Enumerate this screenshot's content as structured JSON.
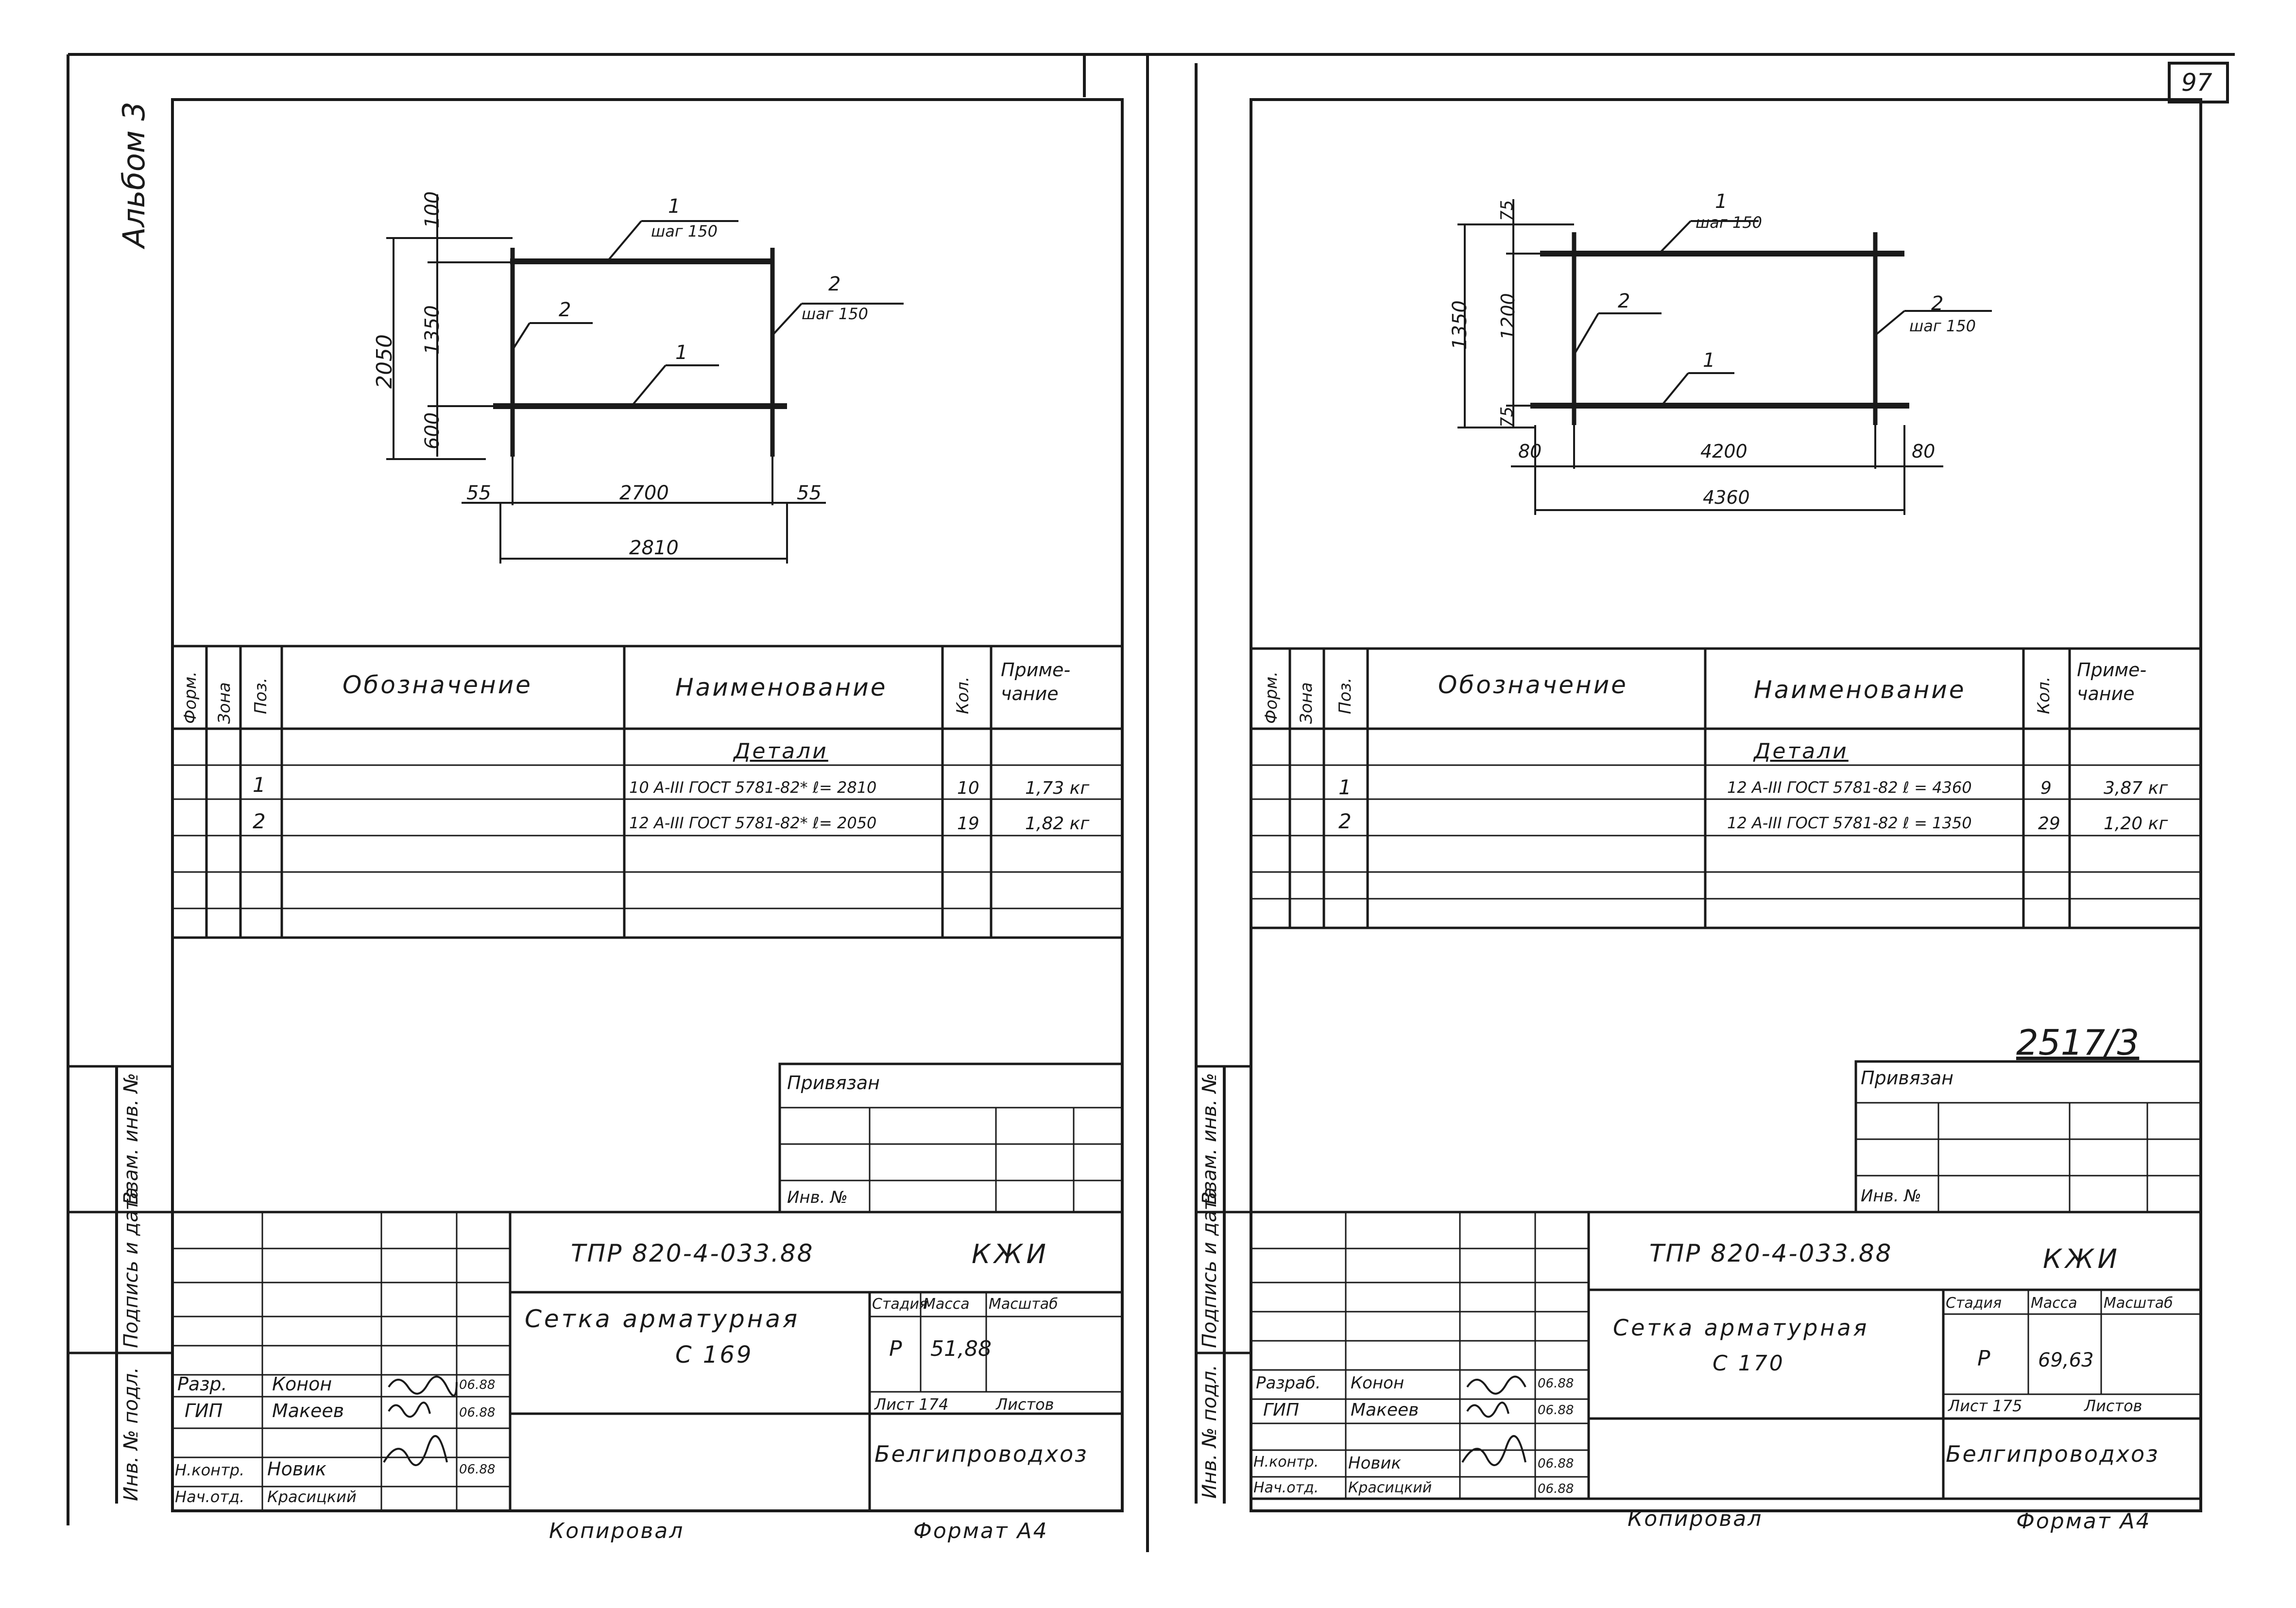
{
  "album_label": "Альбом 3",
  "page_number": "97",
  "page_code": "2517/3",
  "side_labels": [
    "Инв. № подл.",
    "Подпись и дата",
    "Взам. инв. №"
  ],
  "sheets": [
    {
      "id": "left",
      "dims": {
        "top": "100",
        "mid": "1350",
        "bottom": "600",
        "total_h": "2050",
        "left": "55",
        "width": "2700",
        "right": "55",
        "total_w": "2810"
      },
      "callouts": {
        "pos1_top": "1",
        "step_top": "шаг 150",
        "pos2_right": "2",
        "step_right": "шаг 150",
        "pos2_left": "2",
        "pos1_mid": "1"
      },
      "table": {
        "headers": {
          "format": "Форм.",
          "zone": "Зона",
          "pos": "Поз.",
          "designation": "Обозначение",
          "name": "Наименование",
          "qty": "Кол.",
          "note": "Приме- чание"
        },
        "section": "Детали",
        "rows": [
          {
            "pos": "1",
            "name": "10 A-III ГОСТ 5781-82* ℓ= 2810",
            "qty": "10",
            "note": "1,73 кг"
          },
          {
            "pos": "2",
            "name": "12 A-III ГОСТ 5781-82* ℓ= 2050",
            "qty": "19",
            "note": "1,82 кг"
          }
        ]
      },
      "stamp": {
        "privyazan": "Привязан",
        "inv_no": "Инв. №",
        "code": "ТПР 820-4-033.88",
        "mark": "КЖИ",
        "title": "Сетка арматурная",
        "subtitle": "С 169",
        "stadia_h": "Стадия",
        "massa_h": "Масса",
        "masshtab_h": "Масштаб",
        "stadia": "Р",
        "massa": "51,88",
        "list": "Лист 174",
        "listov": "Листов",
        "org": "Белгипроводхоз",
        "roles": [
          {
            "role": "Разр.",
            "name": "Конон",
            "date": "06.88"
          },
          {
            "role": "ГИП",
            "name": "Макеев",
            "date": "06.88"
          },
          {
            "role": "Н.контр.",
            "name": "Новик",
            "date": "06.88"
          },
          {
            "role": "Нач.отд.",
            "name": "Красицкий",
            "date": ""
          }
        ]
      },
      "footer": {
        "copied": "Копировал",
        "format": "Формат А4"
      }
    },
    {
      "id": "right",
      "dims": {
        "top": "75",
        "mid": "1200",
        "bottom": "75",
        "total_h": "1350",
        "left": "80",
        "width": "4200",
        "right": "80",
        "total_w": "4360"
      },
      "callouts": {
        "pos1_top": "1",
        "step_top": "шаг 150",
        "pos2_right": "2",
        "step_right": "шаг 150",
        "pos2_left": "2",
        "pos1_mid": "1"
      },
      "table": {
        "headers": {
          "format": "Форм.",
          "zone": "Зона",
          "pos": "Поз.",
          "designation": "Обозначение",
          "name": "Наименование",
          "qty": "Кол.",
          "note": "Приме- чание"
        },
        "section": "Детали",
        "rows": [
          {
            "pos": "1",
            "name": "12 A-III ГОСТ 5781-82 ℓ = 4360",
            "qty": "9",
            "note": "3,87 кг"
          },
          {
            "pos": "2",
            "name": "12 A-III ГОСТ 5781-82 ℓ = 1350",
            "qty": "29",
            "note": "1,20 кг"
          }
        ]
      },
      "stamp": {
        "privyazan": "Привязан",
        "inv_no": "Инв. №",
        "code": "ТПР 820-4-033.88",
        "mark": "КЖИ",
        "title": "Сетка арматурная",
        "subtitle": "С 170",
        "stadia_h": "Стадия",
        "massa_h": "Масса",
        "masshtab_h": "Масштаб",
        "stadia": "Р",
        "massa": "69,63",
        "list": "Лист 175",
        "listov": "Листов",
        "org": "Белгипроводхоз",
        "roles": [
          {
            "role": "Разраб.",
            "name": "Конон",
            "date": "06.88"
          },
          {
            "role": "ГИП",
            "name": "Макеев",
            "date": "06.88"
          },
          {
            "role": "Н.контр.",
            "name": "Новик",
            "date": "06.88"
          },
          {
            "role": "Нач.отд.",
            "name": "Красицкий",
            "date": "06.88"
          }
        ]
      },
      "footer": {
        "copied": "Копировал",
        "format": "Формат А4"
      }
    }
  ]
}
